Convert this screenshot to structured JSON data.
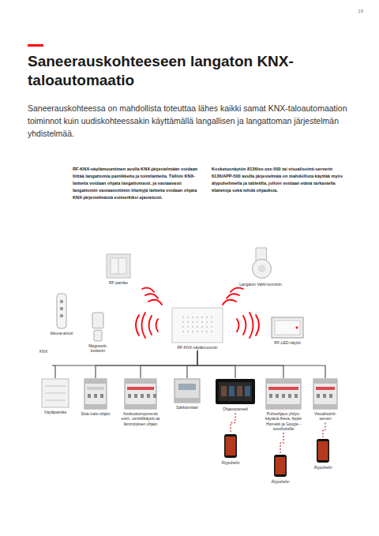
{
  "diagram": {
    "title": "Saneerauskohteeseen langaton KNX-taloautomaatio",
    "nodes": [
      {
        "text": [
          "RF-painike"
        ]
      },
      {
        "text": [
          "Langaton Vahti-tunnistin"
        ]
      },
      {
        "text": [
          "Ikkuna-anturi"
        ]
      },
      {
        "text": [
          "Magneetti-kosketin"
        ]
      },
      {
        "text": [
          "RF-KNX-väylämuunnin"
        ]
      },
      {
        "text": [
          "RF-LED-näyttö"
        ]
      },
      {
        "text": [
          "Väyläpainike"
        ]
      },
      {
        "text": [
          "Sisä-/valo-ohjain"
        ]
      },
      {
        "text": [
          "Keskuskomponentti esim. venttiilikäytöt tai lämmityksen ohjain"
        ]
      },
      {
        "text": [
          "Sähkömittari"
        ]
      },
      {
        "text": [
          "Ohjauspaneeli"
        ]
      },
      {
        "text": [
          "Puheohjaus yhdys-käytävä Alexa, Apple Homekit ja Google -sovelluksille"
        ]
      },
      {
        "text": [
          "Visualisointi-serveri"
        ]
      },
      {
        "text": [
          "Älypuhelin"
        ]
      },
      {
        "text": [
          "Älypuhelin"
        ]
      },
      {
        "text": [
          "Älypuhelin"
        ]
      }
    ],
    "edges": [
      {
        "from": 4,
        "to": 6,
        "arrow": "none"
      },
      {
        "from": 4,
        "to": 7,
        "arrow": "none"
      },
      {
        "from": 4,
        "to": 8,
        "arrow": "none"
      },
      {
        "from": 4,
        "to": 9,
        "arrow": "none"
      },
      {
        "from": 4,
        "to": 10,
        "arrow": "none"
      },
      {
        "from": 4,
        "to": 11,
        "arrow": "none"
      },
      {
        "from": 4,
        "to": 12,
        "arrow": "none"
      },
      {
        "from": 10,
        "to": 13,
        "arrow": "none"
      },
      {
        "from": 11,
        "to": 14,
        "arrow": "none"
      },
      {
        "from": 12,
        "to": 15,
        "arrow": "none"
      }
    ],
    "labels": [
      "16",
      "Saneerauskohteessa on mahdollista toteuttaa lähes kaikki samat KNX-taloautomaation toiminnot kuin uudiskohteessakin käyttämällä langallisen ja langattoman järjestelmän yhdistelmää.",
      "RF-KNX-väylämuuntimen avulla KNX-järjestelmään voidaan liittää langattomia painikkeita ja toimilaitteita. Tällöin KNX-laitteita voidaan ohjata langattomasti, ja vastaavasti langattomin vastaanottimin liitettyjä laitteita voidaan ohjata KNX-järjestelmästä esimerkiksi ajastetusti.",
      "Kosketusnäytön 8136/xx-xxx-500 tai visualisointi-serverin 6136/APP-500 avulla järjestelmää on mahdollista käyttää myös älypuhelimella ja tabletilla, jolloin voidaan etänä tarkastella tilatietoja sekä tehdä ohjauksia.",
      "KNX"
    ]
  }
}
